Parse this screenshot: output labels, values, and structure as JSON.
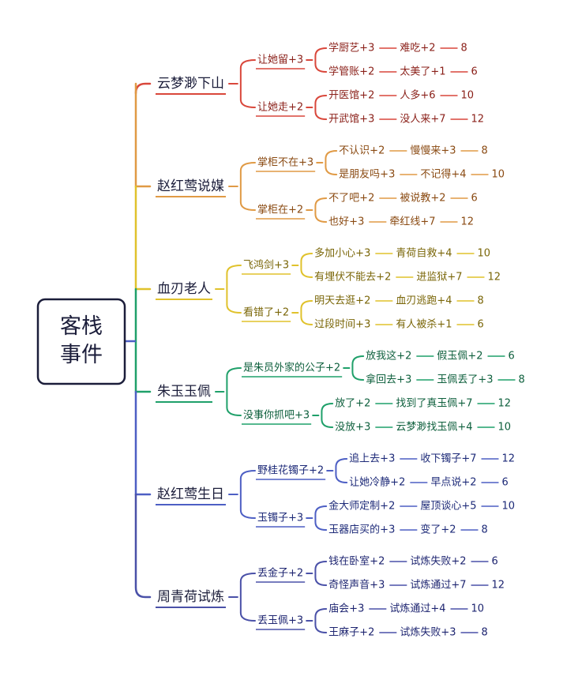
{
  "root": {
    "line1": "客栈",
    "line2": "事件"
  },
  "colors": [
    "#d9473b",
    "#e09a45",
    "#e0c22c",
    "#1fa06a",
    "#4d5fc4",
    "#4a51a8"
  ],
  "branches": [
    {
      "label": "云梦渺下山",
      "children": [
        {
          "label": "让她留+3",
          "children": [
            {
              "label": "学厨艺+3",
              "next": "难吃+2",
              "result": "8"
            },
            {
              "label": "学管账+2",
              "next": "太美了+1",
              "result": "6"
            }
          ]
        },
        {
          "label": "让她走+2",
          "children": [
            {
              "label": "开医馆+2",
              "next": "人多+6",
              "result": "10"
            },
            {
              "label": "开武馆+3",
              "next": "没人来+7",
              "result": "12"
            }
          ]
        }
      ]
    },
    {
      "label": "赵红莺说媒",
      "children": [
        {
          "label": "掌柜不在+3",
          "children": [
            {
              "label": "不认识+2",
              "next": "慢慢来+3",
              "result": "8"
            },
            {
              "label": "是朋友吗+3",
              "next": "不记得+4",
              "result": "10"
            }
          ]
        },
        {
          "label": "掌柜在+2",
          "children": [
            {
              "label": "不了吧+2",
              "next": "被说教+2",
              "result": "6"
            },
            {
              "label": "也好+3",
              "next": "牵红线+7",
              "result": "12"
            }
          ]
        }
      ]
    },
    {
      "label": "血刃老人",
      "children": [
        {
          "label": "飞鸿剑+3",
          "children": [
            {
              "label": "多加小心+3",
              "next": "青荷自救+4",
              "result": "10"
            },
            {
              "label": "有埋伏不能去+2",
              "next": "进监狱+7",
              "result": "12"
            }
          ]
        },
        {
          "label": "看错了+2",
          "children": [
            {
              "label": "明天去逛+2",
              "next": "血刃逃跑+4",
              "result": "8"
            },
            {
              "label": "过段时间+3",
              "next": "有人被杀+1",
              "result": "6"
            }
          ]
        }
      ]
    },
    {
      "label": "朱玉玉佩",
      "children": [
        {
          "label": "是朱员外家的公子+2",
          "children": [
            {
              "label": "放我这+2",
              "next": "假玉佩+2",
              "result": "6"
            },
            {
              "label": "拿回去+3",
              "next": "玉佩丢了+3",
              "result": "8"
            }
          ]
        },
        {
          "label": "没事你抓吧+3",
          "children": [
            {
              "label": "放了+2",
              "next": "找到了真玉佩+7",
              "result": "12"
            },
            {
              "label": "没放+3",
              "next": "云梦渺找玉佩+4",
              "result": "10"
            }
          ]
        }
      ]
    },
    {
      "label": "赵红莺生日",
      "children": [
        {
          "label": "野桂花镯子+2",
          "children": [
            {
              "label": "追上去+3",
              "next": "收下镯子+7",
              "result": "12"
            },
            {
              "label": "让她冷静+2",
              "next": "早点说+2",
              "result": "6"
            }
          ]
        },
        {
          "label": "玉镯子+3",
          "children": [
            {
              "label": "金大师定制+2",
              "next": "屋顶谈心+5",
              "result": "10"
            },
            {
              "label": "玉器店买的+3",
              "next": "变了+2",
              "result": "8"
            }
          ]
        }
      ]
    },
    {
      "label": "周青荷试炼",
      "children": [
        {
          "label": "丢金子+2",
          "children": [
            {
              "label": "钱在卧室+2",
              "next": "试炼失败+2",
              "result": "6"
            },
            {
              "label": "奇怪声音+3",
              "next": "试炼通过+7",
              "result": "12"
            }
          ]
        },
        {
          "label": "丢玉佩+3",
          "children": [
            {
              "label": "庙会+3",
              "next": "试炼通过+4",
              "result": "10"
            },
            {
              "label": "王麻子+2",
              "next": "试炼失败+3",
              "result": "8"
            }
          ]
        }
      ]
    }
  ]
}
